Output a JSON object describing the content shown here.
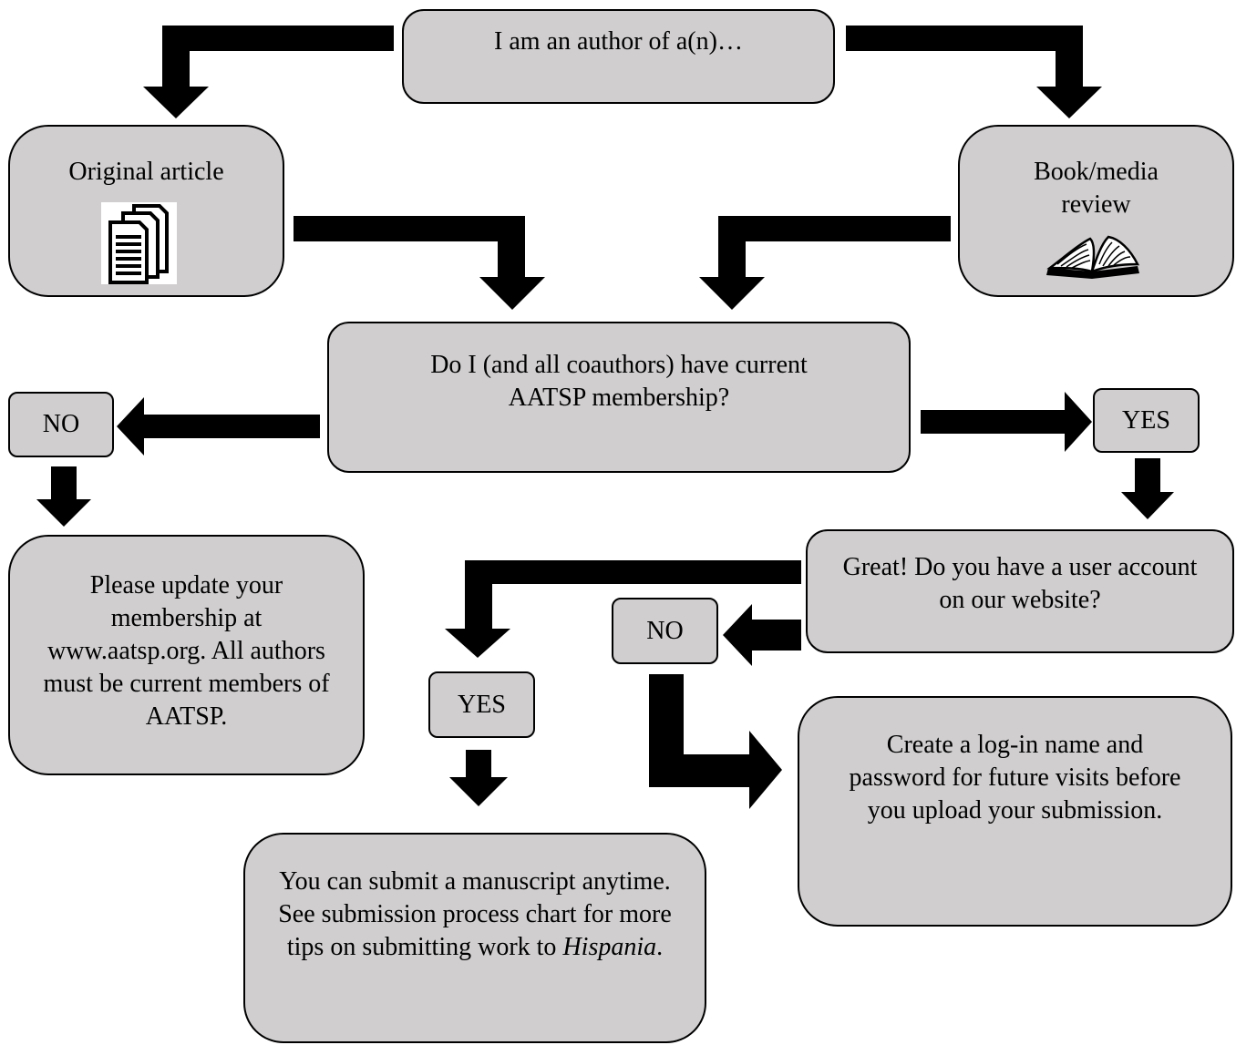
{
  "boxes": {
    "start": "I am an author of a(n)…",
    "original_article": "Original article",
    "book_review": "Book/media review",
    "membership_question": "Do I (and all coauthors) have current AATSP membership?",
    "membership_no": "NO",
    "membership_yes": "YES",
    "update_membership": "Please update your membership at www.aatsp.org. All authors must be current members of AATSP.",
    "account_question": "Great! Do you have a user account on our website?",
    "account_no": "NO",
    "account_yes": "YES",
    "create_login": "Create a log-in name and password for future visits before you upload your submission.",
    "submit_before": "You can submit a manuscript anytime. See submission process chart for more tips on submitting work to ",
    "submit_italic": "Hispania",
    "submit_after": "."
  },
  "icons": {
    "original_article": "stacked-documents-icon",
    "book_review": "open-book-icon"
  },
  "colors": {
    "box_fill": "#d0cece",
    "border": "#000000",
    "arrow": "#000000"
  }
}
